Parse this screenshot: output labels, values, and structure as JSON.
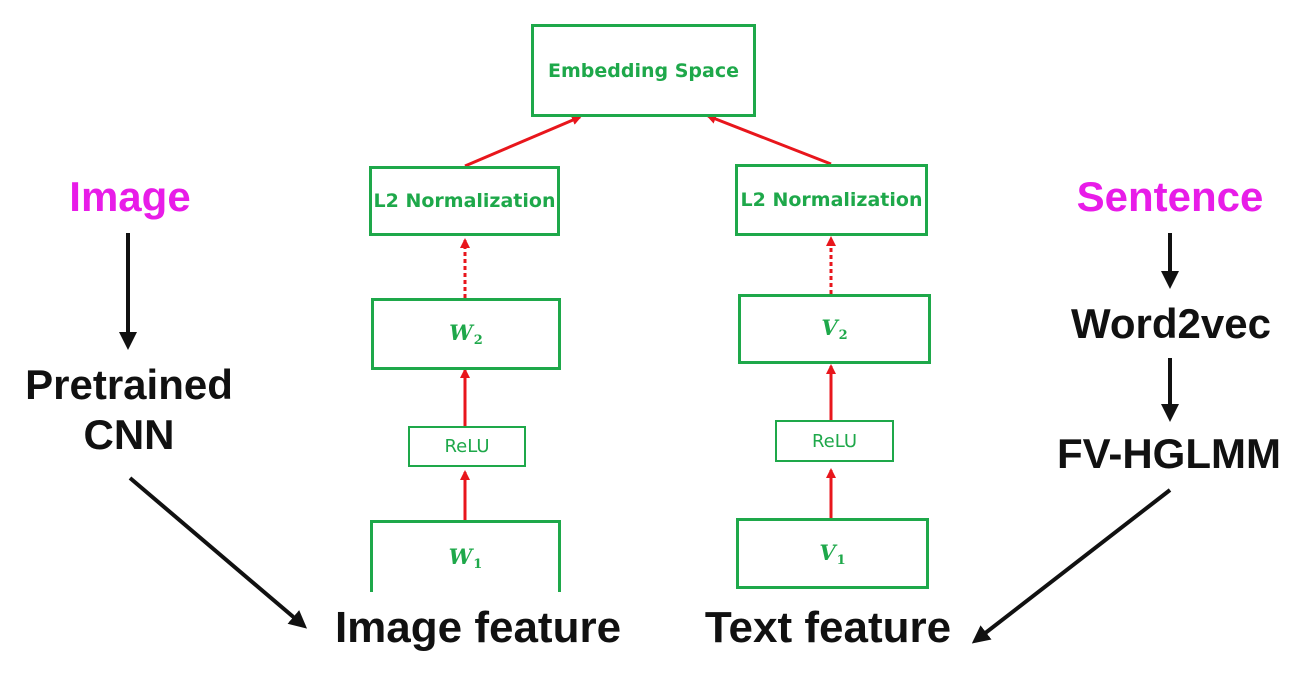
{
  "colors": {
    "box_border": "#1ea84a",
    "box_text": "#1ea84a",
    "arrow_red": "#e8161c",
    "arrow_black": "#111111",
    "input_label": "#e81ce8"
  },
  "embedding": {
    "label": "Embedding Space"
  },
  "image_branch": {
    "input_label": "Image",
    "extractor_label_line1": "Pretrained",
    "extractor_label_line2": "CNN",
    "feature_label": "Image feature",
    "norm_label": "L2 Normalization",
    "w2": {
      "symbol": "W",
      "sub": "2"
    },
    "relu_label": "ReLU",
    "w1": {
      "symbol": "W",
      "sub": "1"
    }
  },
  "text_branch": {
    "input_label": "Sentence",
    "step1_label": "Word2vec",
    "step2_label": "FV-HGLMM",
    "feature_label": "Text feature",
    "norm_label": "L2 Normalization",
    "v2": {
      "symbol": "V",
      "sub": "2"
    },
    "relu_label": "ReLU",
    "v1": {
      "symbol": "V",
      "sub": "1"
    }
  }
}
